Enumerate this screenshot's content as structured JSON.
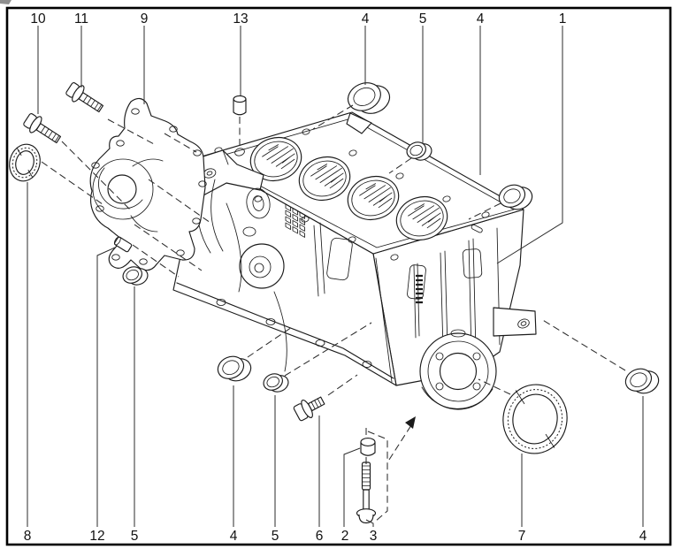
{
  "figure": {
    "background_color": "#ffffff",
    "line_color": "#1b1b1b",
    "border_color": "#000000"
  },
  "callouts": {
    "top": [
      {
        "label": "10"
      },
      {
        "label": "11"
      },
      {
        "label": "9"
      },
      {
        "label": "13"
      },
      {
        "label": "4"
      },
      {
        "label": "5"
      },
      {
        "label": "4"
      },
      {
        "label": "1"
      }
    ],
    "bottom": [
      {
        "label": "8"
      },
      {
        "label": "12"
      },
      {
        "label": "5"
      },
      {
        "label": "4"
      },
      {
        "label": "5"
      },
      {
        "label": "6"
      },
      {
        "label": "2"
      },
      {
        "label": "3"
      },
      {
        "label": "7"
      },
      {
        "label": "4"
      }
    ]
  }
}
